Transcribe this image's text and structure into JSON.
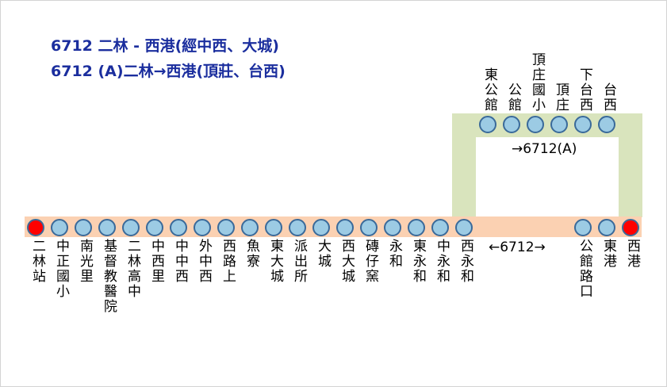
{
  "titles": {
    "line1": "6712 二林 - 西港(經中西、大城)",
    "line2": "6712 (A)二林→西港(頂莊、台西)"
  },
  "labels": {
    "main": "←6712→",
    "branch": "→6712(A)"
  },
  "colors": {
    "title": "#1b2e9e",
    "main_band": "#fbd1b2",
    "branch_band": "#d9e4bd",
    "stop_fill": "#9ccbe4",
    "stop_border": "#3a6a9a",
    "terminal_fill": "#ff0000"
  },
  "main_stops": [
    {
      "name": "二林站",
      "terminal": true
    },
    {
      "name": "中正國小"
    },
    {
      "name": "南光里"
    },
    {
      "name": "基督教醫院"
    },
    {
      "name": "二林高中"
    },
    {
      "name": "中西里"
    },
    {
      "name": "中中西"
    },
    {
      "name": "外中西"
    },
    {
      "name": "西路上"
    },
    {
      "name": "魚寮"
    },
    {
      "name": "東大城"
    },
    {
      "name": "派出所"
    },
    {
      "name": "大城"
    },
    {
      "name": "西大城"
    },
    {
      "name": "磚仔窯"
    },
    {
      "name": "永和"
    },
    {
      "name": "東永和"
    },
    {
      "name": "中永和"
    },
    {
      "name": "西永和"
    }
  ],
  "branch_stops": [
    {
      "name": "東公館"
    },
    {
      "name": "公館"
    },
    {
      "name": "頂庄國小"
    },
    {
      "name": "頂庄"
    },
    {
      "name": "下台西"
    },
    {
      "name": "台西"
    }
  ],
  "end_stops": [
    {
      "name": "公館路口"
    },
    {
      "name": "東港"
    },
    {
      "name": "西港",
      "terminal": true
    }
  ]
}
